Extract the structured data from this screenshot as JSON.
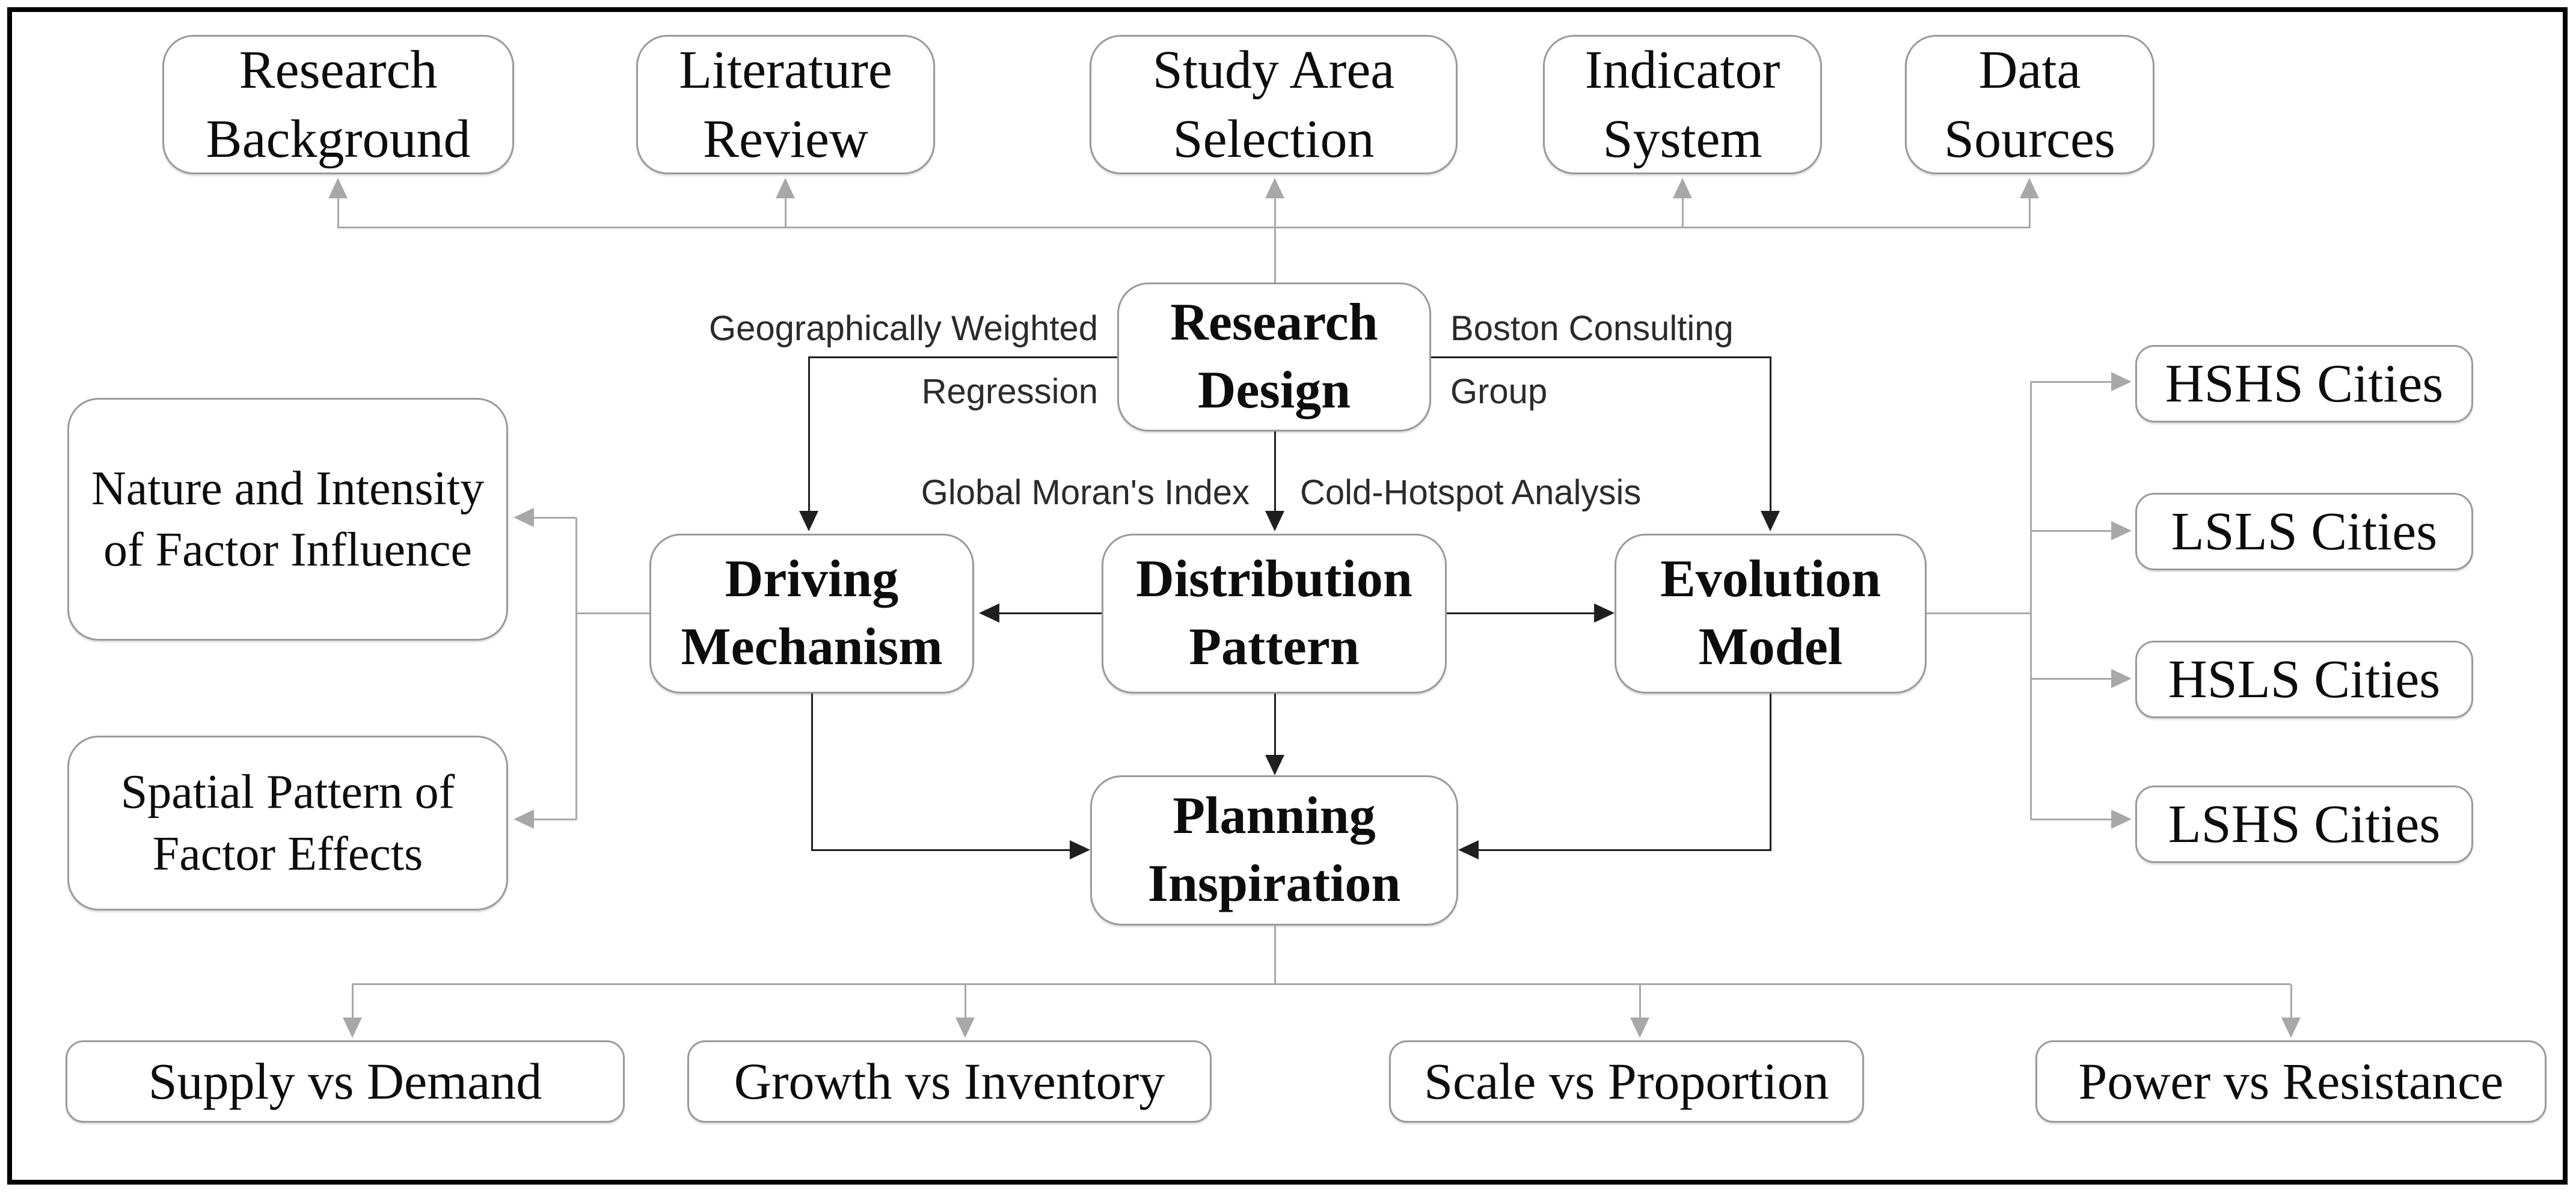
{
  "colors": {
    "background": "#ffffff",
    "frame": "#000000",
    "box_border": "#9a9a9a",
    "connector_gray": "#a8a8a8",
    "connector_black": "#1f1f1f",
    "text": "#0d0d0d"
  },
  "nodes": {
    "top_row": [
      "Research Background",
      "Literature Review",
      "Study Area Selection",
      "Indicator System",
      "Data Sources"
    ],
    "research_design": "Research Design",
    "middle_row": [
      "Driving Mechanism",
      "Distribution Pattern",
      "Evolution Model"
    ],
    "left_outputs": [
      "Nature and Intensity of Factor Influence",
      "Spatial Pattern of Factor Effects"
    ],
    "right_outputs": [
      "HSHS Cities",
      "LSLS Cities",
      "HSLS Cities",
      "LSHS Cities"
    ],
    "planning": "Planning Inspiration",
    "bottom_row": [
      "Supply vs Demand",
      "Growth vs Inventory",
      "Scale vs Proportion",
      "Power vs Resistance"
    ]
  },
  "method_labels": {
    "gwr_line1": "Geographically Weighted",
    "gwr_line2": "Regression",
    "bcg_line1": "Boston Consulting",
    "bcg_line2": "Group",
    "moran": "Global Moran's Index",
    "hotspot": "Cold-Hotspot Analysis"
  }
}
